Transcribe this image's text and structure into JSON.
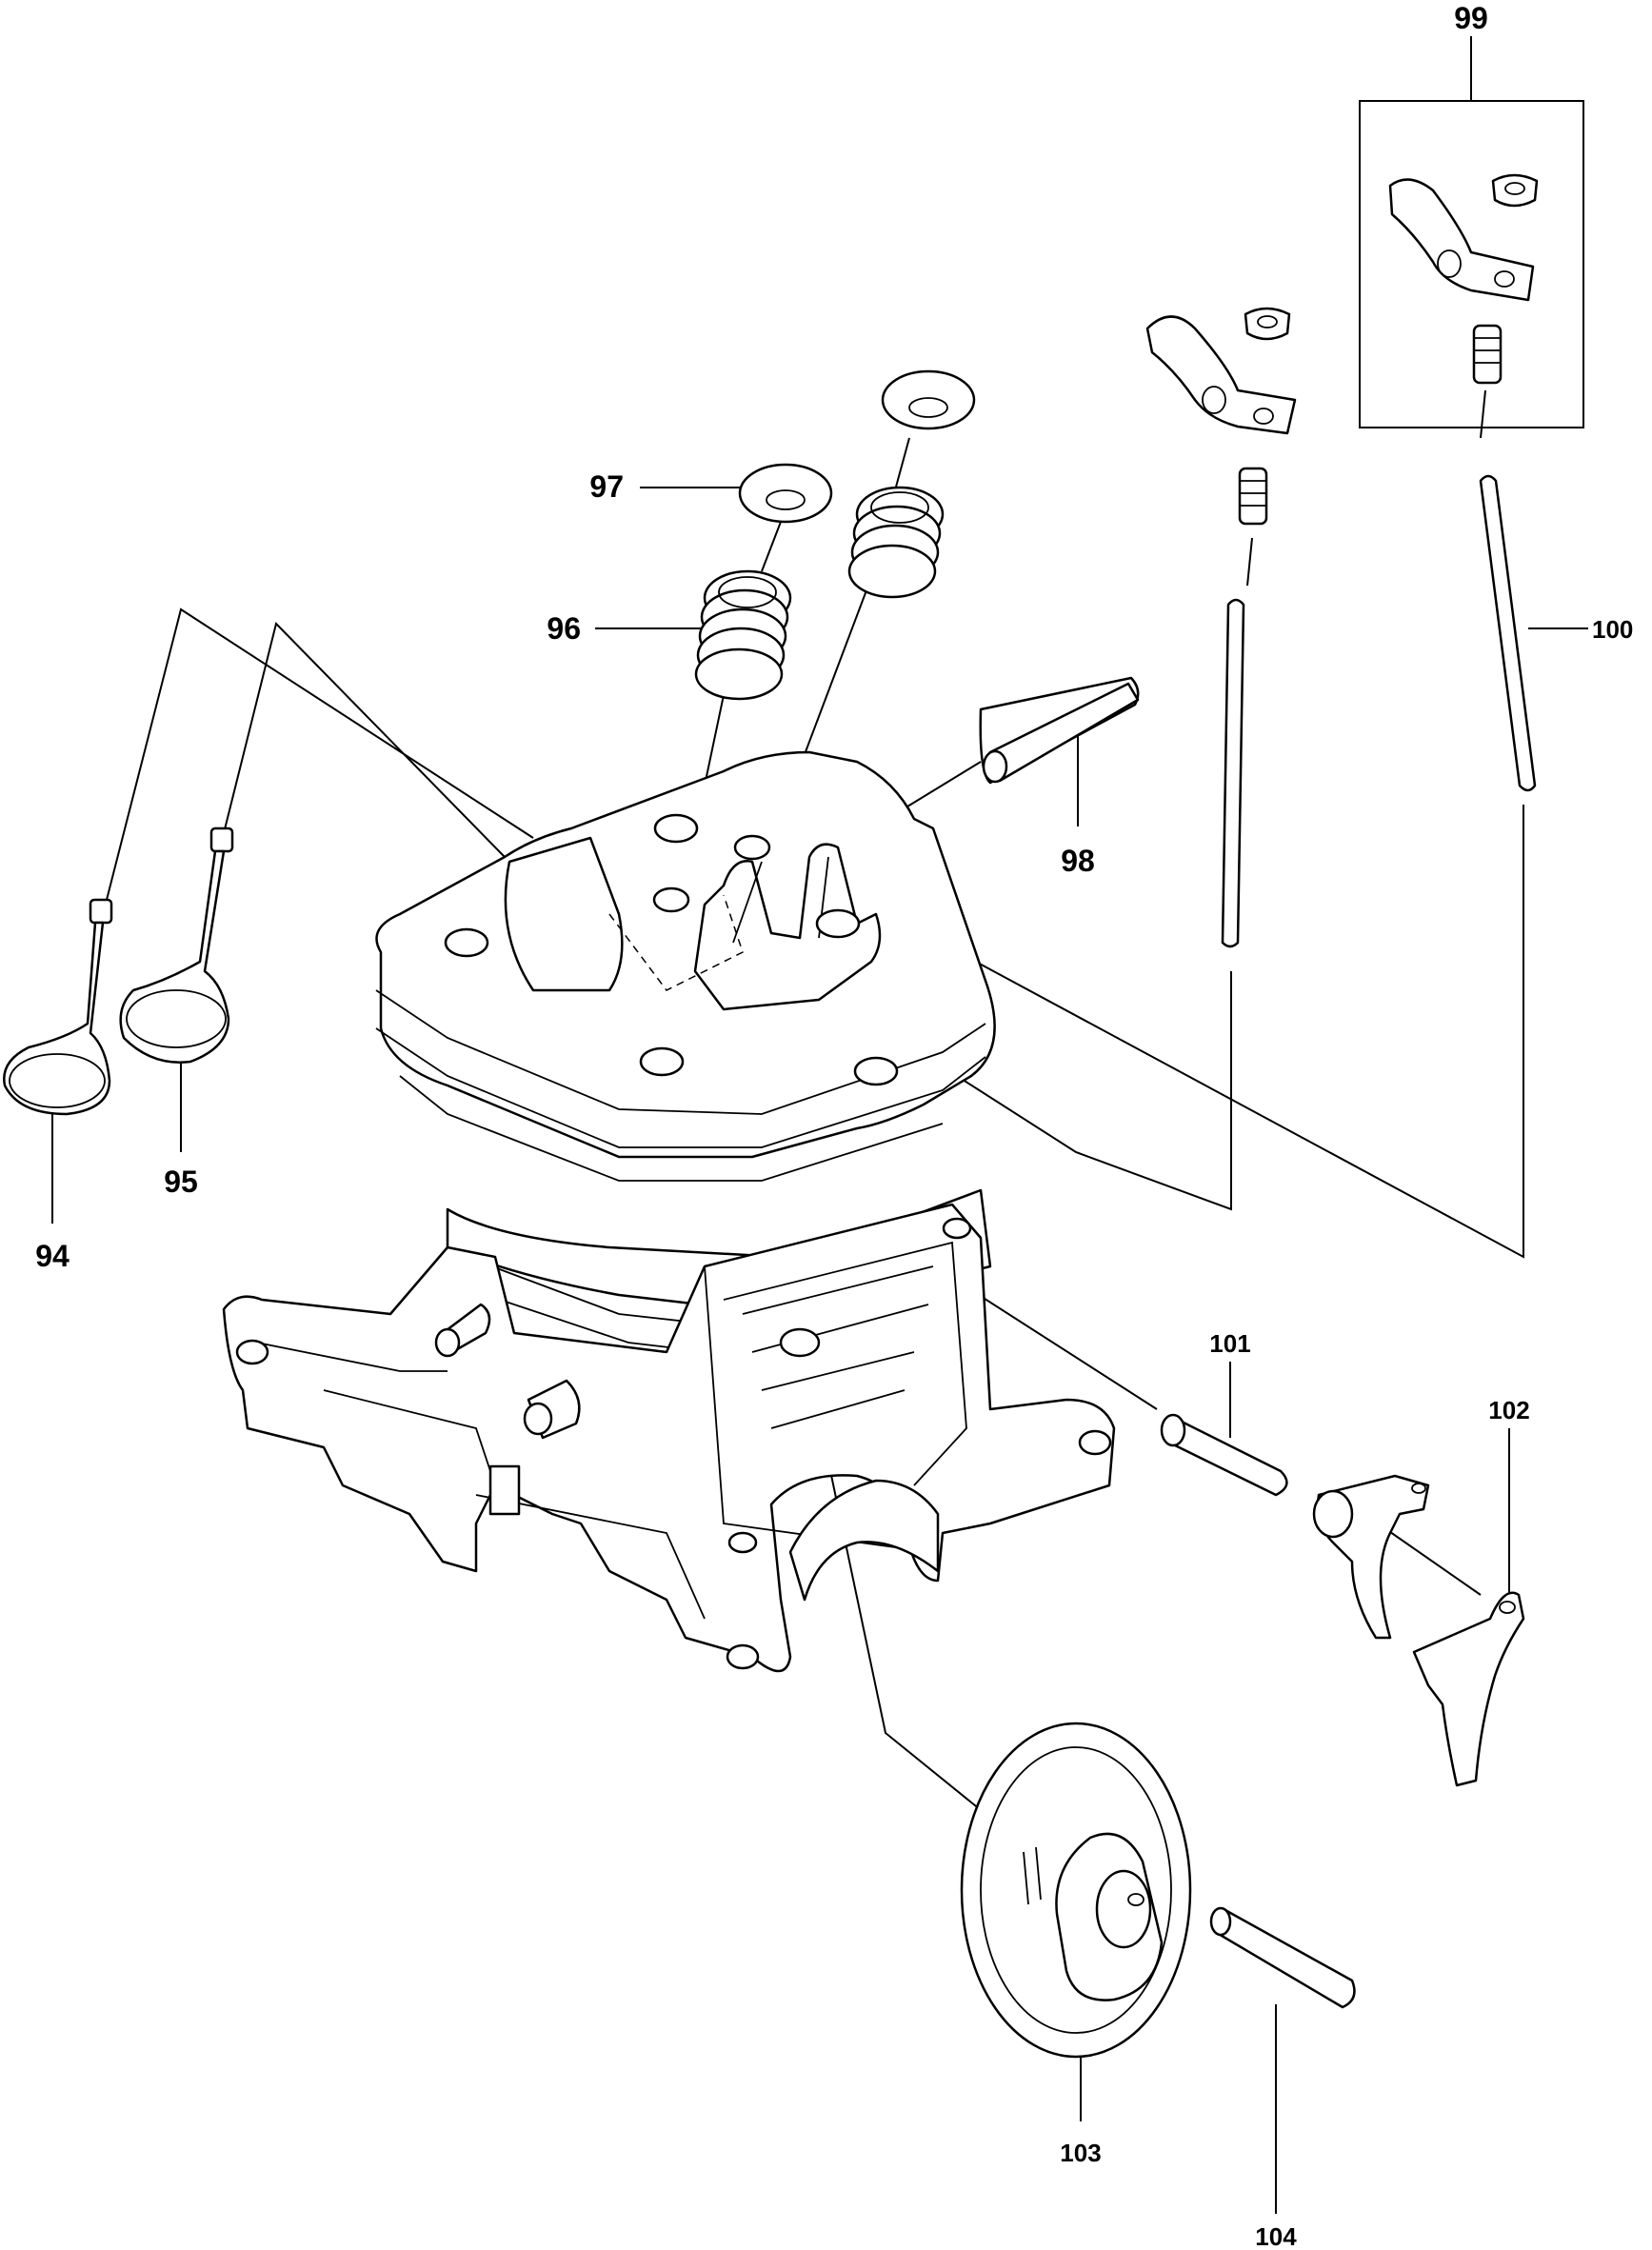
{
  "diagram": {
    "callouts": [
      {
        "id": "94",
        "text": "94"
      },
      {
        "id": "95",
        "text": "95"
      },
      {
        "id": "96",
        "text": "96"
      },
      {
        "id": "97",
        "text": "97"
      },
      {
        "id": "98",
        "text": "98"
      },
      {
        "id": "99",
        "text": "99"
      },
      {
        "id": "100",
        "text": "100"
      },
      {
        "id": "101",
        "text": "101"
      },
      {
        "id": "102",
        "text": "102"
      },
      {
        "id": "103",
        "text": "103"
      },
      {
        "id": "104",
        "text": "104"
      }
    ]
  }
}
